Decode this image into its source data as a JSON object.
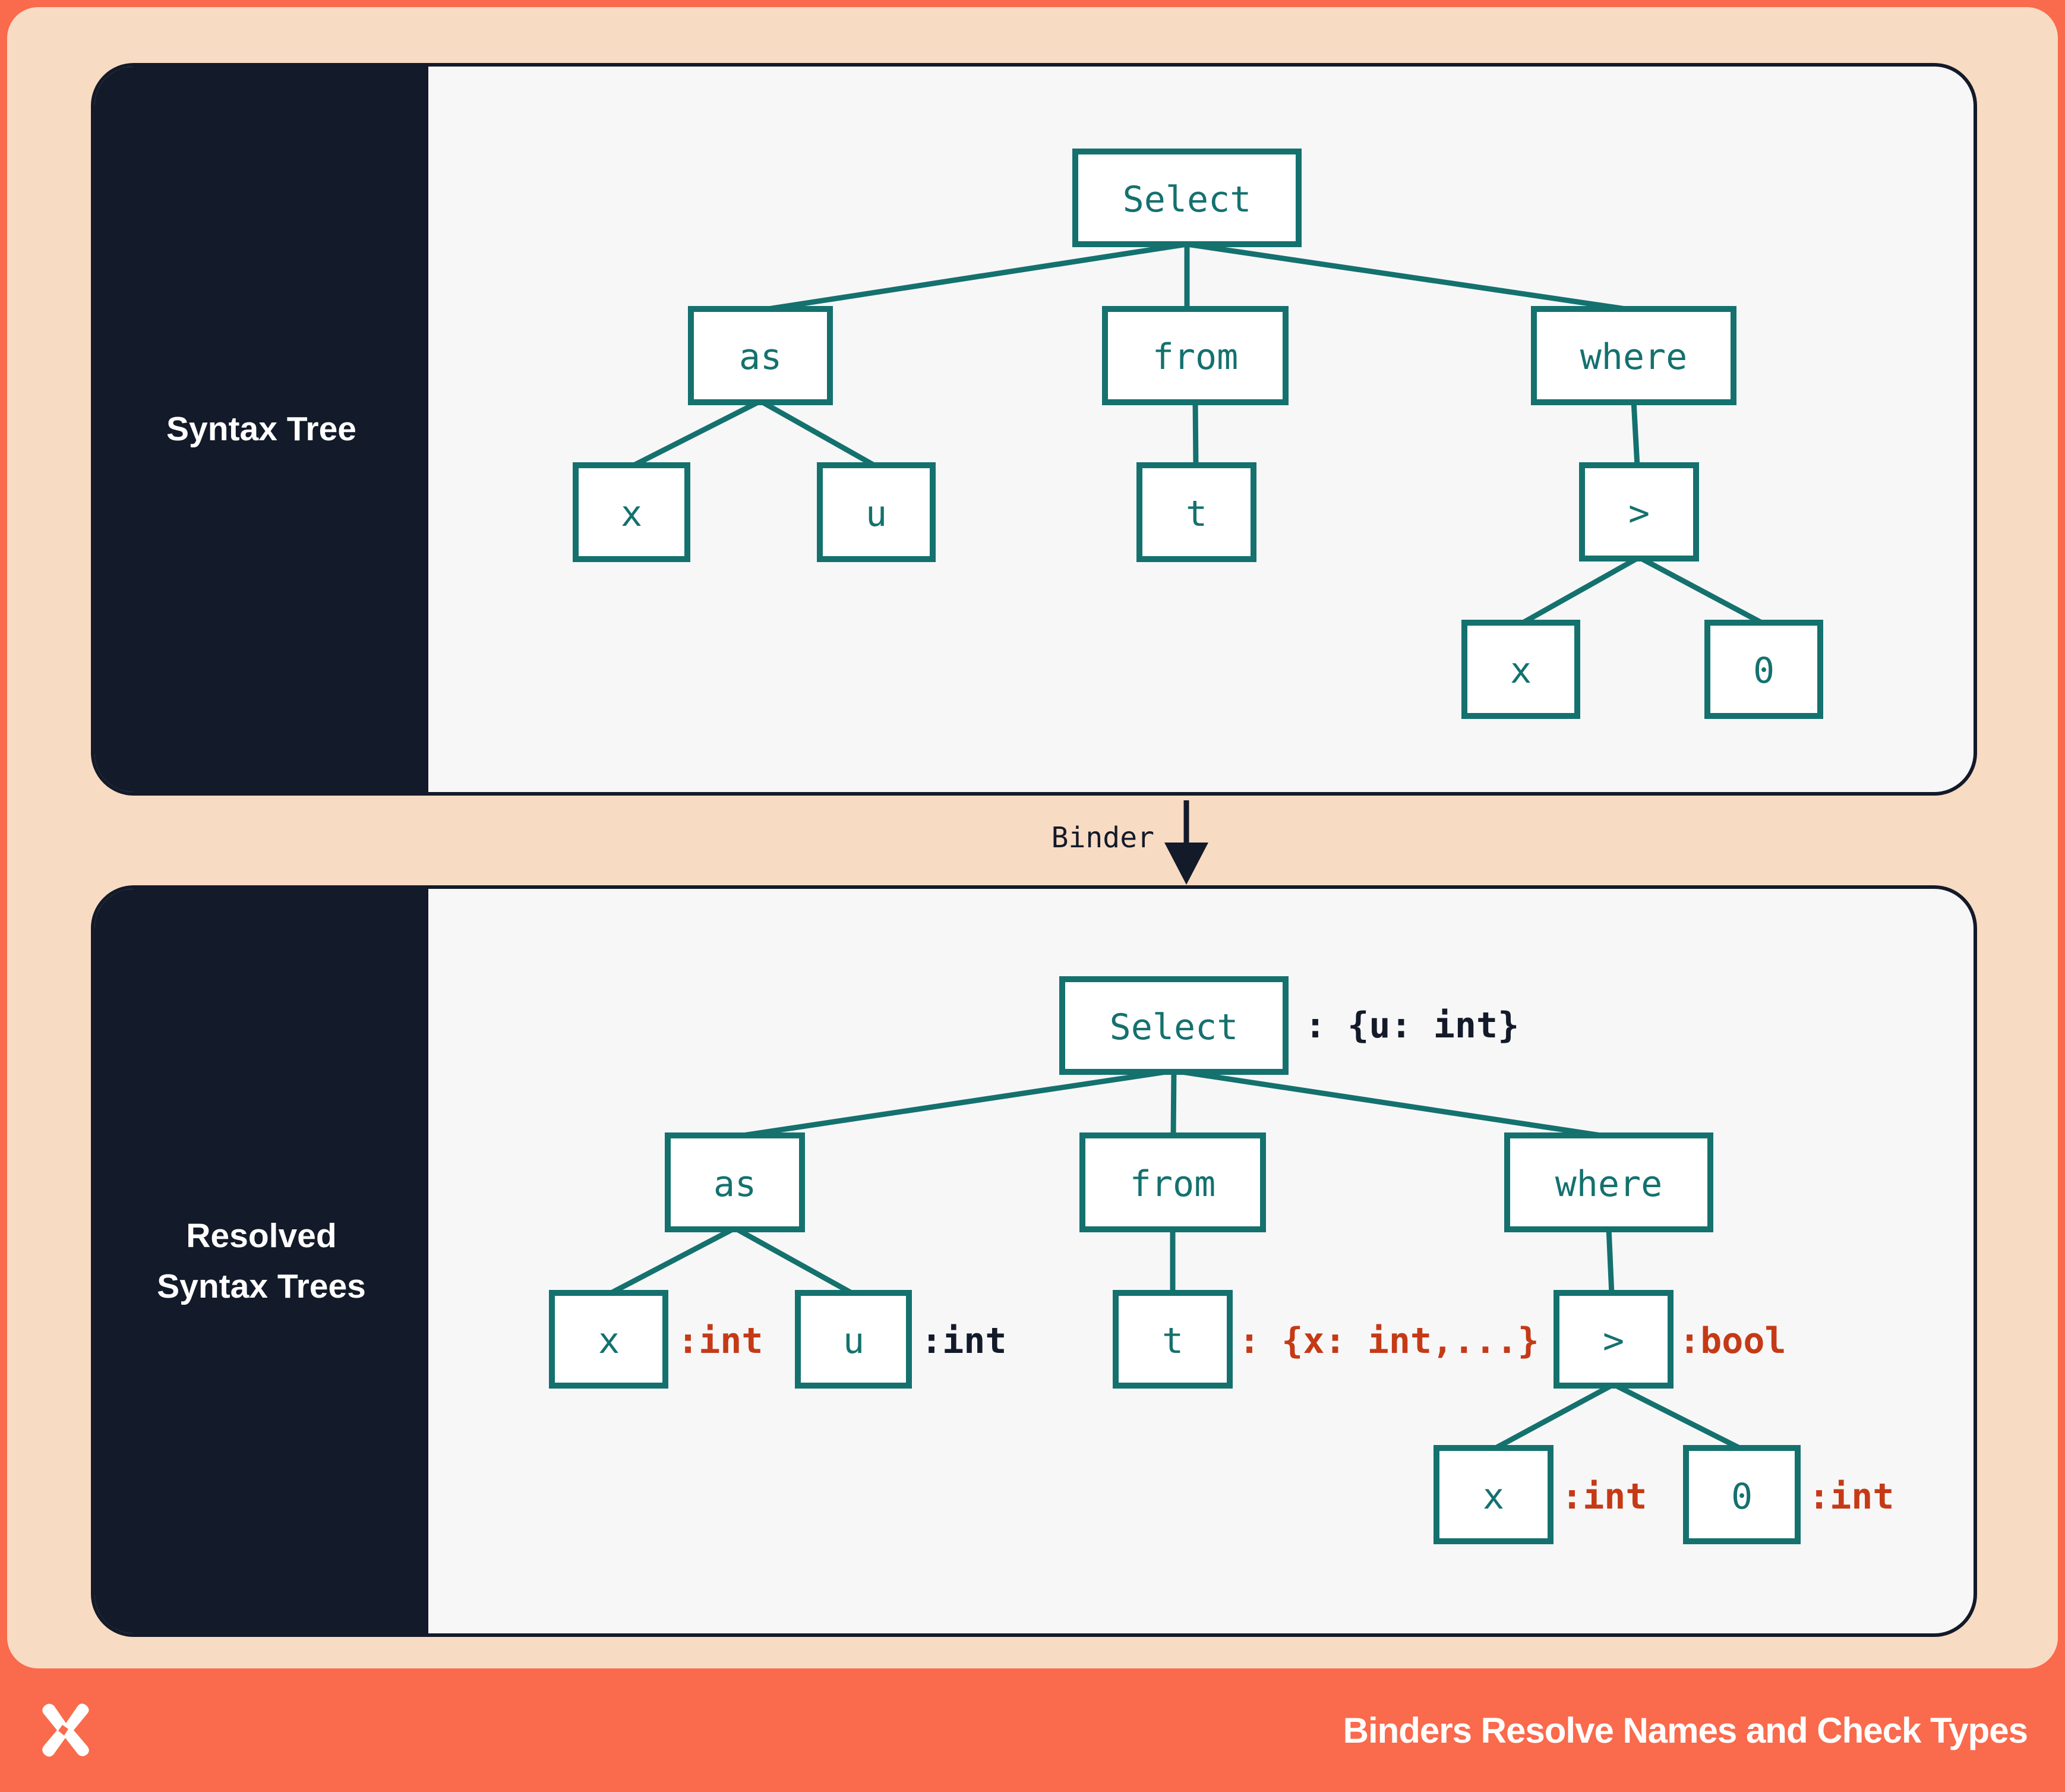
{
  "colors": {
    "frame": "#FA6A4C",
    "peach": "#F8DBC3",
    "navy": "#131A29",
    "panel": "#F7F7F8",
    "teal": "#14716E",
    "rust": "#C53A16",
    "white": "#FFFFFF"
  },
  "panels": {
    "top": {
      "sidebar_label": "Syntax Tree"
    },
    "bottom": {
      "sidebar_label_line1": "Resolved",
      "sidebar_label_line2": "Syntax Trees"
    }
  },
  "binder": {
    "label": "Binder"
  },
  "top_tree": {
    "select": "Select",
    "as_": "as",
    "from_": "from",
    "where_": "where",
    "x_left": "x",
    "u": "u",
    "t": "t",
    "gt": ">",
    "x_right": "x",
    "zero": "0"
  },
  "bottom_tree": {
    "select": "Select",
    "as_": "as",
    "from_": "from",
    "where_": "where",
    "x_left": "x",
    "u": "u",
    "t": "t",
    "gt": ">",
    "x_right": "x",
    "zero": "0"
  },
  "annotations": {
    "select": ": {u: int}",
    "x_left": ":int",
    "u": ":int",
    "t": ": {x: int,...}",
    "gt": ":bool",
    "x_right": ":int",
    "zero": ":int"
  },
  "footer": {
    "title": "Binders Resolve Names and Check Types",
    "logo": "xata-logo"
  }
}
